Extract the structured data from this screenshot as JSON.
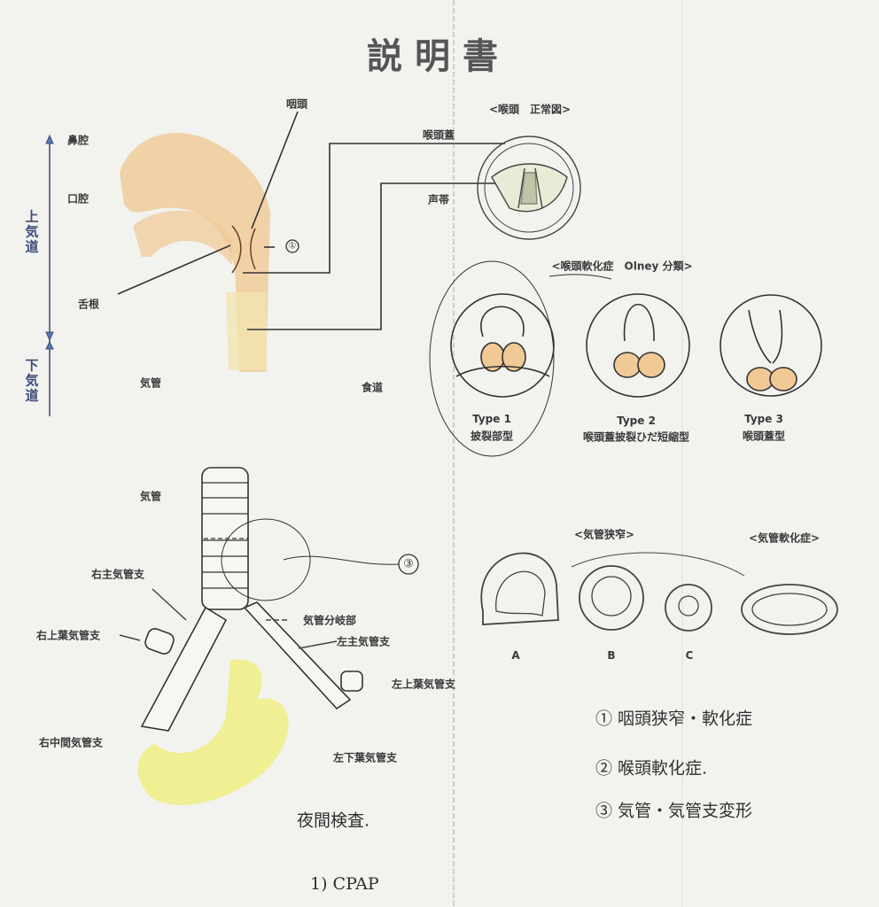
{
  "title": "説明書",
  "upper_diagram": {
    "airway_upper": "上気道",
    "airway_lower": "下気道",
    "nasal_cavity": "鼻腔",
    "oral_cavity": "口腔",
    "pharynx": "咽頭",
    "tongue_root": "舌根",
    "trachea": "気管",
    "esophagus": "食道",
    "epiglottis": "喉頭蓋",
    "vocal_cords": "声帯",
    "marker_1": "①"
  },
  "larynx_normal": {
    "heading": "<喉頭　正常図>"
  },
  "laryngomalacia": {
    "heading": "<喉頭軟化症　Olney 分類>",
    "types": [
      {
        "label": "Type 1",
        "name": "披裂部型"
      },
      {
        "label": "Type 2",
        "name": "喉頭蓋披裂ひだ短縮型"
      },
      {
        "label": "Type 3",
        "name": "喉頭蓋型"
      }
    ]
  },
  "bronchi": {
    "trachea": "気管",
    "right_main": "右主気管支",
    "right_upper_lobe": "右上葉気管支",
    "right_intermediate": "右中間気管支",
    "carina": "気管分岐部",
    "left_main": "左主気管支",
    "left_upper_lobe": "左上葉気管支",
    "left_lower_lobe": "左下葉気管支",
    "marker_3": "③"
  },
  "tracheal_stenosis": {
    "heading": "<気管狭窄>",
    "labels": [
      "A",
      "B",
      "C"
    ]
  },
  "tracheomalacia": {
    "heading": "<気管軟化症>"
  },
  "handwritten": {
    "list": [
      "① 咽頭狭窄・軟化症",
      "② 喉頭軟化症.",
      "③ 気管・気管支変形"
    ],
    "exam": "夜間検査.",
    "item_1": "1) CPAP"
  },
  "colors": {
    "paper": "#f2f2ef",
    "tan": "#efc994",
    "yellow": "#f0ee8a",
    "ink": "#333333"
  }
}
